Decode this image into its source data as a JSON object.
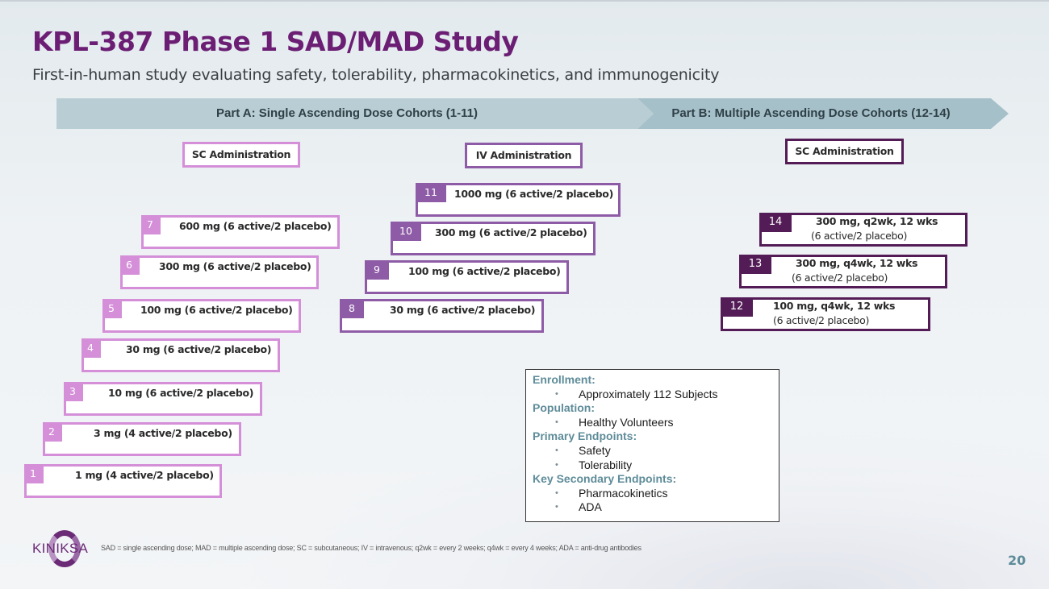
{
  "header": {
    "title": "KPL-387 Phase 1 SAD/MAD Study",
    "subtitle": "First-in-human study evaluating safety, tolerability, pharmacokinetics, and immunogenicity"
  },
  "phases": [
    {
      "label": "Part A: Single Ascending Dose Cohorts (1-11)"
    },
    {
      "label": "Part B: Multiple Ascending Dose Cohorts (12-14)"
    }
  ],
  "admin_labels": {
    "part_a_sc": "SC Administration",
    "part_a_iv": "IV Administration",
    "part_b_sc": "SC Administration"
  },
  "colors": {
    "title": "#6b1e74",
    "sc_sad": "#d48fd8",
    "iv_sad": "#8e5ba6",
    "sc_mad": "#531c56",
    "banner": "#b2c8d0",
    "info_heading": "#5e8c99"
  },
  "cohorts_sc": [
    {
      "num": "1",
      "text": "1 mg (4 active/2 placebo)"
    },
    {
      "num": "2",
      "text": "3 mg (4 active/2 placebo)"
    },
    {
      "num": "3",
      "text": "10 mg (6 active/2 placebo)"
    },
    {
      "num": "4",
      "text": "30 mg (6 active/2 placebo)"
    },
    {
      "num": "5",
      "text": "100 mg (6 active/2 placebo)"
    },
    {
      "num": "6",
      "text": "300 mg (6 active/2 placebo)"
    },
    {
      "num": "7",
      "text": "600 mg (6 active/2 placebo)"
    }
  ],
  "cohorts_iv": [
    {
      "num": "8",
      "text": "30 mg (6 active/2 placebo)"
    },
    {
      "num": "9",
      "text": "100 mg (6 active/2 placebo)"
    },
    {
      "num": "10",
      "text": "300 mg (6 active/2 placebo)"
    },
    {
      "num": "11",
      "text": "1000 mg (6 active/2 placebo)"
    }
  ],
  "cohorts_mad": [
    {
      "num": "12",
      "text": "100 mg, q4wk, 12 wks",
      "sub": "(6 active/2 placebo)"
    },
    {
      "num": "13",
      "text": "300 mg, q4wk, 12 wks",
      "sub": "(6 active/2 placebo)"
    },
    {
      "num": "14",
      "text": "300 mg, q2wk, 12 wks",
      "sub": "(6 active/2 placebo)"
    }
  ],
  "info": {
    "enrollment_heading": "Enrollment:",
    "enrollment_items": [
      "Approximately 112 Subjects"
    ],
    "population_heading": "Population:",
    "population_items": [
      "Healthy Volunteers"
    ],
    "primary_heading": "Primary Endpoints:",
    "primary_items": [
      "Safety",
      "Tolerability"
    ],
    "secondary_heading": "Key Secondary Endpoints:",
    "secondary_items": [
      "Pharmacokinetics",
      "ADA"
    ],
    "bullet": "•"
  },
  "footer": {
    "logo_text": "KINIKSA",
    "footnote": "SAD = single ascending dose; MAD = multiple ascending dose; SC = subcutaneous; IV = intravenous; q2wk = every 2 weeks; q4wk = every 4 weeks; ADA = anti-drug antibodies",
    "page_number": "20"
  }
}
